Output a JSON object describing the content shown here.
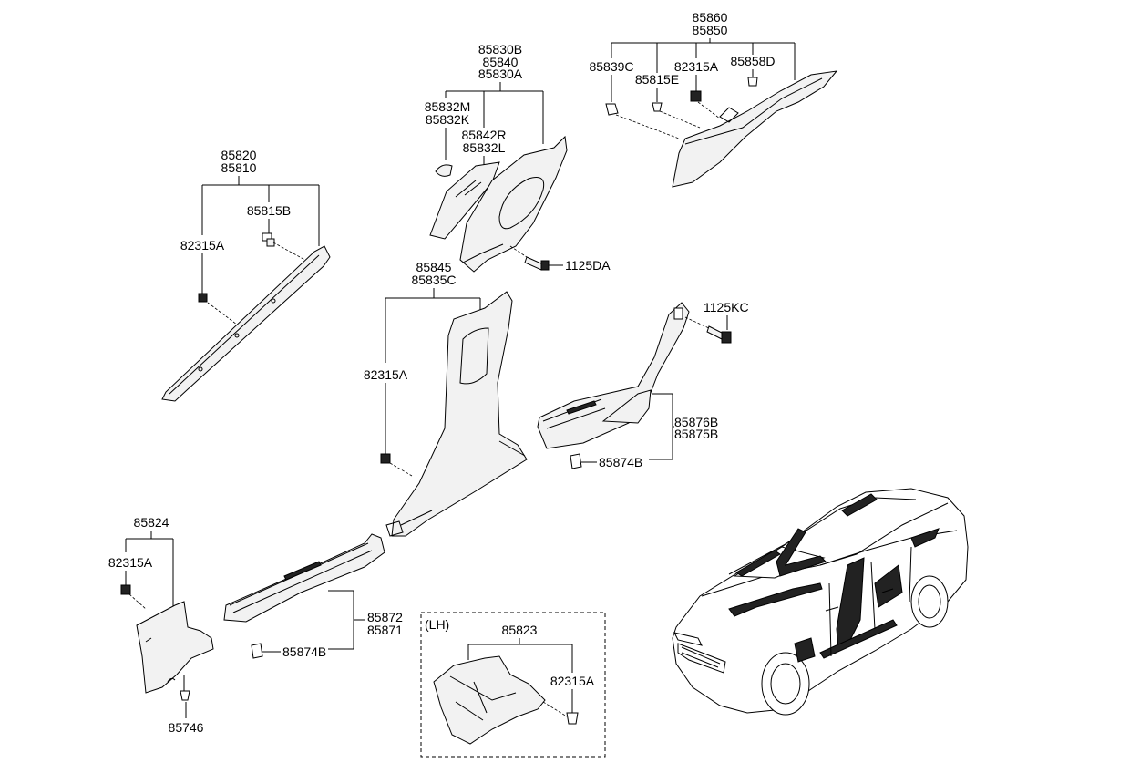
{
  "labels": {
    "a_pillar_upper_1": "85820",
    "a_pillar_upper_2": "85810",
    "a_clip_1": "85815B",
    "a_clip_2": "82315A",
    "c_group_1": "85830B",
    "c_group_2": "85840",
    "c_group_3": "85830A",
    "c_sub_1": "85832M",
    "c_sub_2": "85832K",
    "c_sub_3": "85842R",
    "c_sub_4": "85832L",
    "c_bolt": "1125DA",
    "rear_group_1": "85860",
    "rear_group_2": "85850",
    "rear_clip_1": "85839C",
    "rear_clip_2": "85815E",
    "rear_clip_3": "82315A",
    "rear_clip_4": "85858D",
    "b_group_1": "85845",
    "b_group_2": "85835C",
    "b_clip": "82315A",
    "rear_sill_bolt": "1125KC",
    "rear_sill_1": "85876B",
    "rear_sill_2": "85875B",
    "rear_sill_clip": "85874B",
    "cowl_group": "85824",
    "cowl_clip": "82315A",
    "cowl_screw": "85746",
    "front_sill_1": "85872",
    "front_sill_2": "85871",
    "front_sill_clip": "85874B",
    "lh_tag": "(LH)",
    "lh_part": "85823",
    "lh_clip": "82315A"
  }
}
